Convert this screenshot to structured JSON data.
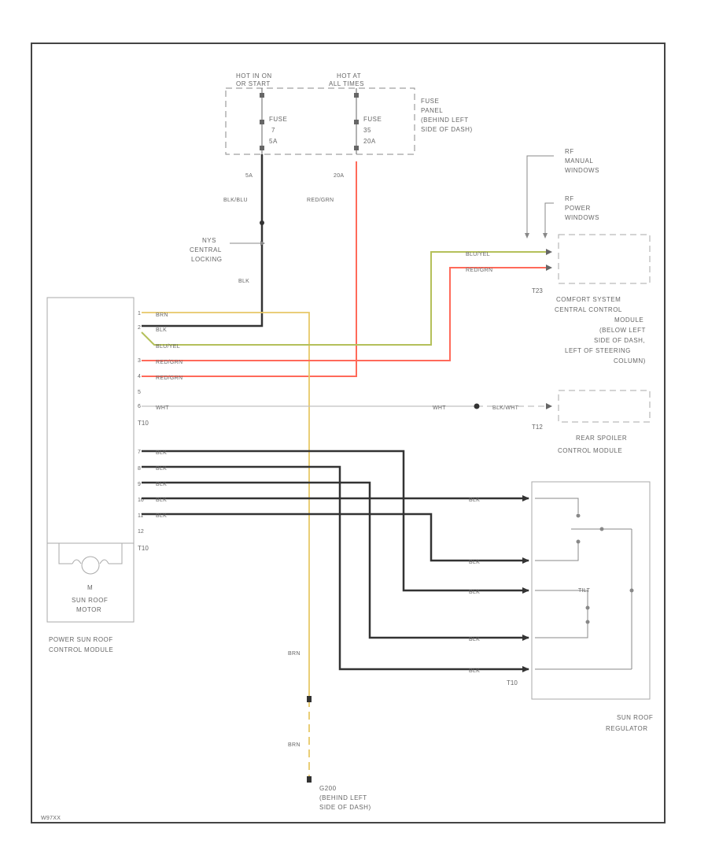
{
  "power": {
    "hot_run_line1": "HOT IN ON",
    "hot_run_line2": "OR START",
    "hot_all_line1": "HOT AT",
    "hot_all_line2": "ALL TIMES"
  },
  "fuse_a": {
    "line1": "FUSE",
    "line2": "7",
    "line3": "5A"
  },
  "fuse_b": {
    "line1": "FUSE",
    "line2": "35",
    "line3": "20A"
  },
  "fuse_panel": {
    "line1": "FUSE",
    "line2": "PANEL",
    "line3": "(BEHIND LEFT",
    "line4": "SIDE OF DASH)"
  },
  "wires": {
    "rating_a": "5A",
    "rating_b": "20A",
    "blk_blu": "BLK/BLU",
    "red_grn": "RED/GRN",
    "blk": "BLK",
    "brn": "BRN",
    "blu_yel": "BLU/YEL",
    "red_grn_short": "RED/GRN",
    "wht": "WHT",
    "blk_wht": "BLK/WHT"
  },
  "central_locking": {
    "line1": "NYS",
    "line2": "CENTRAL",
    "line3": "LOCKING"
  },
  "ref": {
    "manual_line1": "RF",
    "manual_line2": "MANUAL",
    "manual_line3": "WINDOWS",
    "power_line1": "RF",
    "power_line2": "POWER",
    "power_line3": "WINDOWS"
  },
  "comfort": {
    "line1": "COMFORT SYSTEM",
    "line2": "CENTRAL CONTROL",
    "line3": "MODULE",
    "line4": "(BELOW LEFT",
    "line5": "SIDE OF DASH,",
    "line6": "LEFT OF STEERING",
    "line7": "COLUMN)",
    "connector": "T23"
  },
  "spoiler": {
    "line1": "REAR SPOILER",
    "line2": "CONTROL MODULE",
    "connector": "T12"
  },
  "sunroof_module": {
    "connector_top": "T10",
    "connector_bottom": "T10",
    "motor_letter": "M",
    "motor_line1": "SUN ROOF",
    "motor_line2": "MOTOR",
    "line1": "POWER SUN ROOF",
    "line2": "CONTROL MODULE"
  },
  "regulator": {
    "connector": "T10",
    "line1": "SUN ROOF",
    "line2": "REGULATOR",
    "switch_label": "TILT"
  },
  "ground": {
    "id": "G200",
    "line1": "(BEHIND LEFT",
    "line2": "SIDE OF DASH)"
  },
  "pins": {
    "m1": "1",
    "m2": "2",
    "m3": "3",
    "m4": "4",
    "m5": "5",
    "m6": "6",
    "m7": "7",
    "m8": "8",
    "m9": "9",
    "m10": "10",
    "m11": "11",
    "m12": "12"
  },
  "footer": {
    "code": "W97XX"
  },
  "colors": {
    "black_wire": "#333333",
    "red_wire": "#ff6a5a",
    "yellow_wire": "#e8c868",
    "green_wire": "#b4c05a",
    "gray_wire": "#c0c0c0"
  }
}
